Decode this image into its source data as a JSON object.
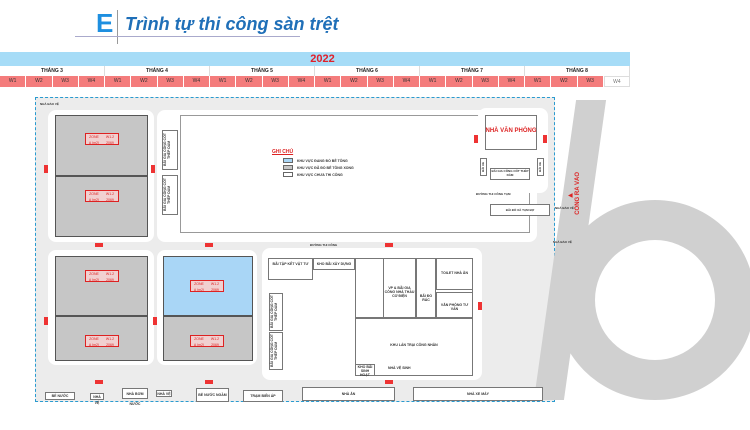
{
  "title": {
    "letter": "E",
    "text": "Trình tự thi công sàn trệt"
  },
  "timeline": {
    "year": "2022",
    "months": [
      "THÁNG 3",
      "THÁNG 4",
      "THÁNG 5",
      "THÁNG 6",
      "THÁNG 7",
      "THÁNG 8"
    ],
    "weeks": [
      "W1",
      "W2",
      "W3",
      "W4",
      "W1",
      "W2",
      "W3",
      "W4",
      "W1",
      "W2",
      "W3",
      "W4",
      "W1",
      "W2",
      "W3",
      "W4",
      "W1",
      "W2",
      "W3",
      "W4",
      "W1",
      "W2",
      "W3",
      "W4"
    ],
    "active_color": "#f47c7c",
    "header_color": "#a6dcf7"
  },
  "legend": {
    "title": "GHI CHÚ",
    "items": [
      {
        "label": "KHU VỰC ĐANG ĐỔ BÊ TÔNG",
        "color": "#a9d6f6"
      },
      {
        "label": "KHU VỰC ĐÃ ĐỔ BÊ TÔNG XONG",
        "color": "#c6c6c6"
      },
      {
        "label": "KHU VỰC CHƯA THI CÔNG",
        "color": "#ffffff"
      }
    ]
  },
  "zone_tag": {
    "a": "ZONE",
    "b": "W1.2",
    "c": "A (m2)",
    "d": "2069"
  },
  "labels": {
    "guard_tl": "NHÀ BẢO VỆ",
    "office": "NHÀ VĂN PHÒNG",
    "parking": "BÃI XE",
    "yard_office": "BÃI GIA CÔNG CỐT THÉP DẦM",
    "road": "ĐƯỜNG THI CÔNG TẠM",
    "gate": "CỔNG RA VÀO",
    "waste": "BÃI ĐỔ XÀ TẠM BỢ",
    "guard_r": "NHÀ BẢO VỆ",
    "guard_r2": "NHÀ BẢO VỆ",
    "yard_left": "BÃI GIA CÔNG CỐT THÉP DẦM",
    "store": "KHO BÃI XÂY DỰNG",
    "material": "BÃI TẬP KẾT VẬT TƯ",
    "office_contractor": "VP & BÃI GIA CÔNG NHÀ THẦU CƠ ĐIỆN",
    "canteen": "TOILET NHÀ ĂN",
    "waste2": "BÃI ĐỔ RÁC",
    "office2": "VĂN PHÒNG TƯ VẤN",
    "worker_camp": "KHU LÁN TRẠI CÔNG NHÂN",
    "store2": "KHO BÃI SINH HOẠT",
    "toilet": "NHÀ VỆ SINH",
    "road_center": "ĐƯỜNG THI CÔNG",
    "b1": "BỂ NƯỚC",
    "b2": "NHÀ VỆ",
    "b3": "NHÀ BƠM NƯỚC",
    "b4": "NHÀ VỆ",
    "b5": "BỂ NƯỚC NGẦM",
    "b6": "TRẠM BIẾN ÁP",
    "b7": "NHÀ ĂN",
    "b8": "NHÀ XE MÁY"
  }
}
